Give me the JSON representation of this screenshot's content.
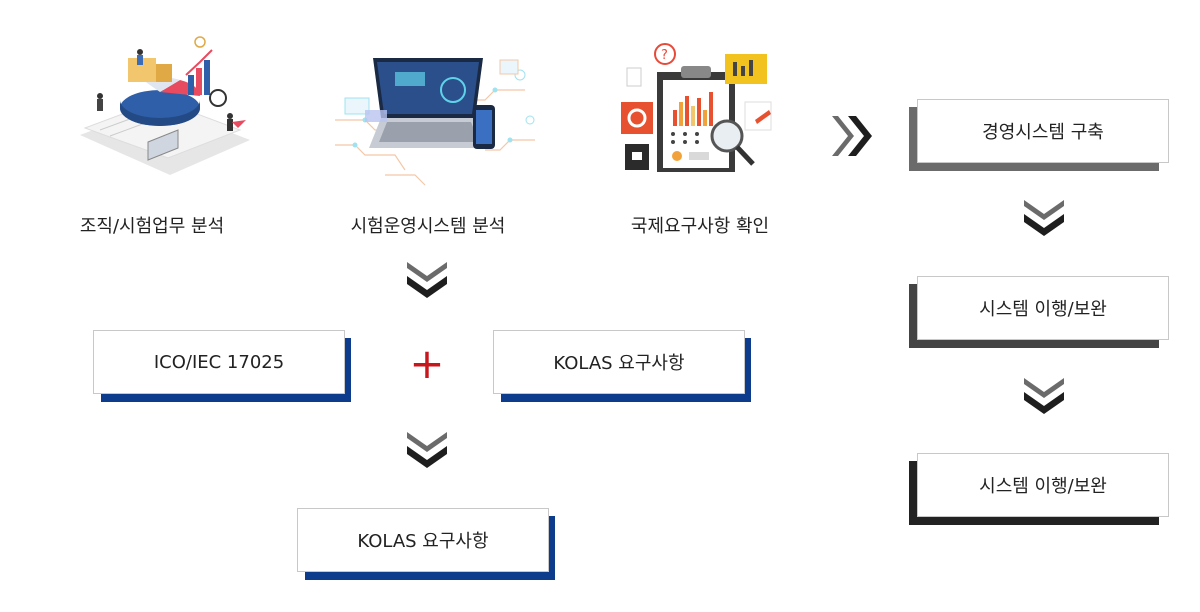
{
  "steps": [
    {
      "label": "조직/시험업무 분석",
      "icon": "business-analysis-illustration"
    },
    {
      "label": "시험운영시스템 분석",
      "icon": "laptop-system-illustration"
    },
    {
      "label": "국제요구사항 확인",
      "icon": "clipboard-report-illustration"
    }
  ],
  "requirements": {
    "left": "ICO/IEC 17025",
    "right": "KOLAS 요구사항",
    "operator": "+",
    "result": "KOLAS 요구사항"
  },
  "flow": [
    {
      "label": "경영시스템 구축"
    },
    {
      "label": "시스템 이행/보완"
    },
    {
      "label": "시스템 이행/보완"
    }
  ],
  "colors": {
    "navy": "#0e3c8c",
    "gray1": "#6b6b6b",
    "gray2": "#444444",
    "gray3": "#222222",
    "plus": "#c8161d"
  }
}
